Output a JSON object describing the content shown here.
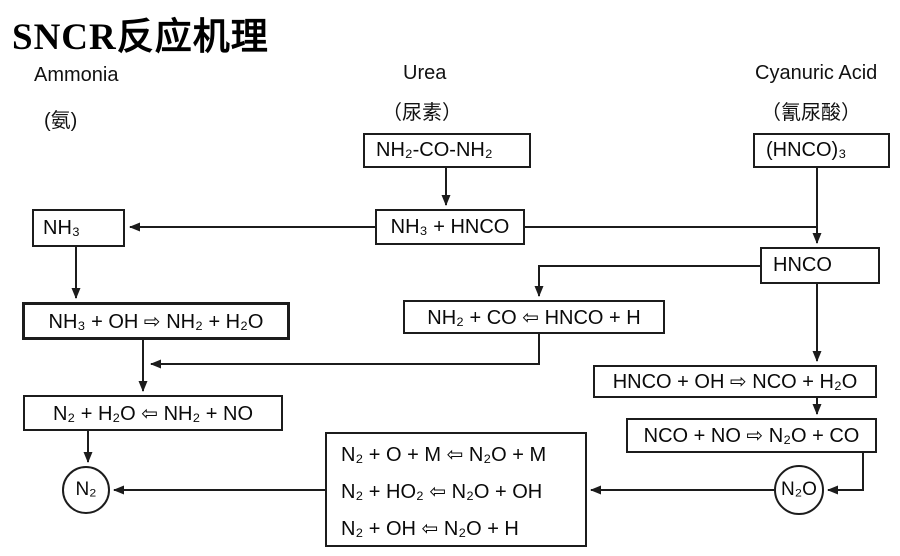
{
  "title": "SNCR反应机理",
  "columns": {
    "ammonia_en": "Ammonia",
    "ammonia_zh": "(氨)",
    "urea_en": "Urea",
    "urea_zh": "（尿素）",
    "cyanuric_en": "Cyanuric Acid",
    "cyanuric_zh": "（氰尿酸）"
  },
  "nodes": {
    "urea_formula": "NH₂-CO-NH₂",
    "cyanuric_formula": "(HNCO)₃",
    "nh3": "NH₃",
    "nh3_hnco": "NH₃ + HNCO",
    "hnco": "HNCO",
    "nh3_oh_reaction": "NH₃ + OH ⇨ NH₂ + H₂O",
    "nh2_co_reaction": "NH₂ + CO ⇦ HNCO + H",
    "hnco_oh_reaction": "HNCO + OH ⇨ NCO + H₂O",
    "nco_no_reaction": "NCO + NO ⇨ N₂O + CO",
    "n2_h2o_reaction": "N₂ + H₂O ⇦ NH₂ + NO",
    "n2o_reactions": [
      "N₂ + O + M ⇦ N₂O + M",
      "N₂ + HO₂ ⇦ N₂O + OH",
      "N₂ + OH ⇦ N₂O + H"
    ],
    "n2": "N₂",
    "n2o": "N₂O"
  },
  "colors": {
    "line": "#1c1c1c",
    "box_border": "#1c1c1c",
    "background": "#ffffff",
    "text": "#000000"
  }
}
